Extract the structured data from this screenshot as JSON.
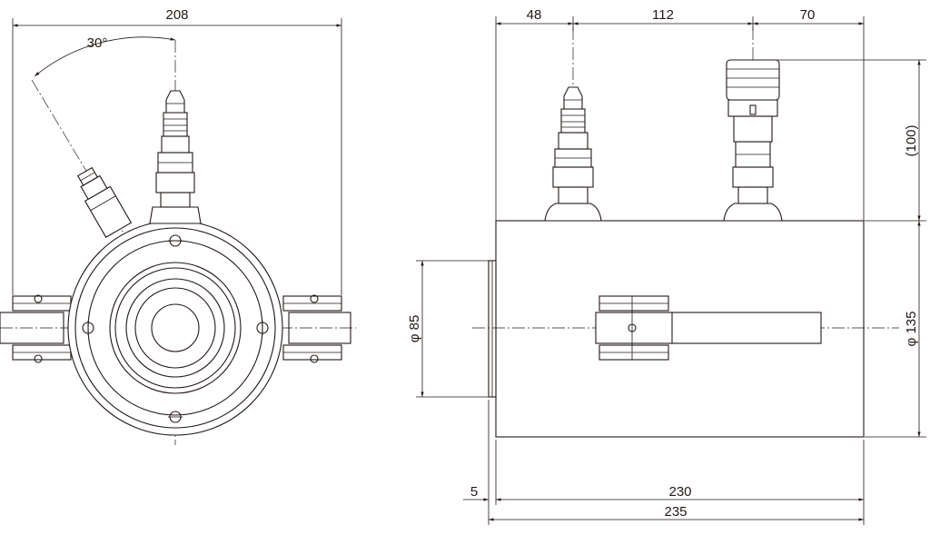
{
  "dimensions": {
    "overall_width_left": "208",
    "angle": "30°",
    "offset_48": "48",
    "offset_112": "112",
    "offset_70": "70",
    "height_100": "(100)",
    "diameter_85": "φ 85",
    "diameter_135": "φ 135",
    "offset_5": "5",
    "length_230": "230",
    "length_235": "235"
  },
  "colors": {
    "line": "#231815",
    "background": "#ffffff"
  }
}
